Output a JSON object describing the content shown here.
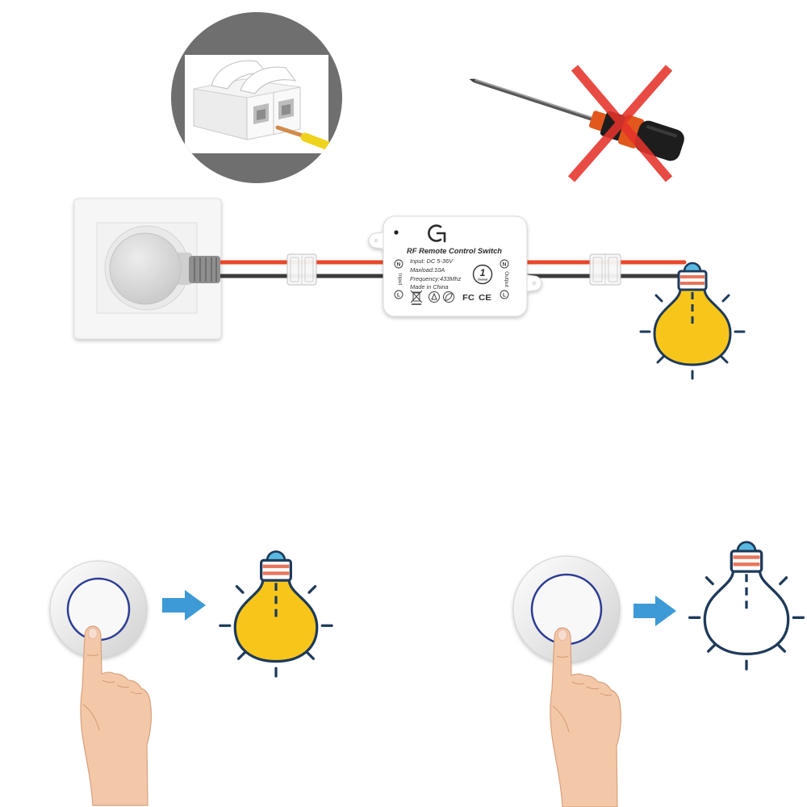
{
  "module": {
    "title": "RF Remote Control Switch",
    "specs": {
      "input": "Input: DC 5-36V",
      "maxload": "Maxload:10A",
      "frequency": "Frequency:433Mhz",
      "origin": "Made in China"
    },
    "input_label": "Input",
    "output_label": "Output",
    "terminal_n": "N",
    "terminal_l": "L",
    "channel_number": "1",
    "channel_label": "Channel",
    "cert_fc": "FC",
    "cert_ce": "CE"
  },
  "bulbs": [
    {
      "lit": true
    },
    {
      "lit": true
    },
    {
      "lit": false
    }
  ],
  "icons": {
    "connector": "lever-wire-connector-icon",
    "tool": "screwdriver-icon",
    "prohibited": "red-cross-icon",
    "socket": "wall-socket-icon",
    "switch_module": "rf-switch-module",
    "bulb": "light-bulb-icon",
    "push_button": "wall-push-button-icon",
    "hand": "pointing-hand-icon",
    "arrow": "arrow-right-icon"
  },
  "colors": {
    "wire_live": "#e8472a",
    "wire_neutral": "#3b3b3b",
    "bulb_lit": "#f8c61b",
    "outline": "#1e3a5a",
    "arrow": "#3d9ad6",
    "cross": "#e5332a",
    "button_ring": "#2c3d94",
    "skin": "#f3c8a8"
  }
}
